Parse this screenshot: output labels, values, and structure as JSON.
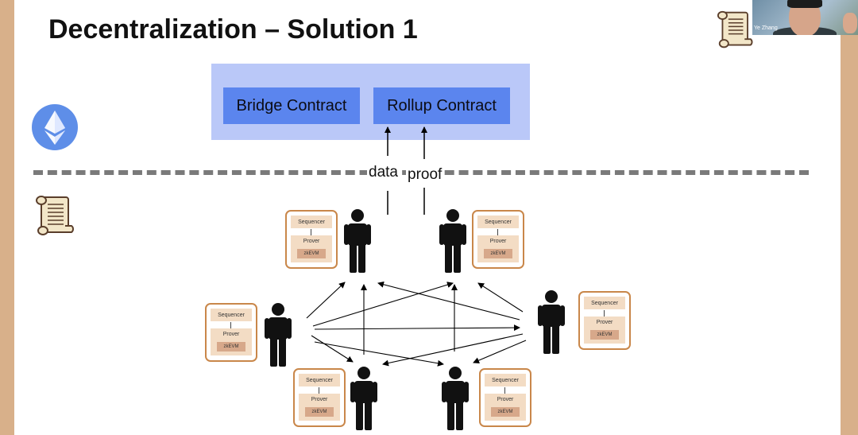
{
  "slide": {
    "title": "Decentralization – Solution 1",
    "contracts": {
      "bridge_label": "Bridge Contract",
      "rollup_label": "Rollup Contract"
    },
    "arrows": {
      "data_label": "data",
      "proof_label": "proof"
    },
    "layer1_icon": "ethereum-icon",
    "layer2_icon": "scroll-logo-icon",
    "node_card": {
      "sequencer_label": "Sequencer",
      "prover_label": "Prover",
      "zkevm_label": "zkEVM"
    },
    "node_count": 6
  },
  "webcam": {
    "participant_name": "Ye Zhang"
  },
  "colors": {
    "layer1_box": "#bac8f8",
    "contract_box": "#5b85ee",
    "ethereum_circle": "#5e8ee8",
    "divider": "#7a7a7a",
    "card_border": "#c9874a",
    "card_fill": "#f3dcc4",
    "zkevm_fill": "#d7a88a",
    "side_frame": "#d8b08a"
  }
}
